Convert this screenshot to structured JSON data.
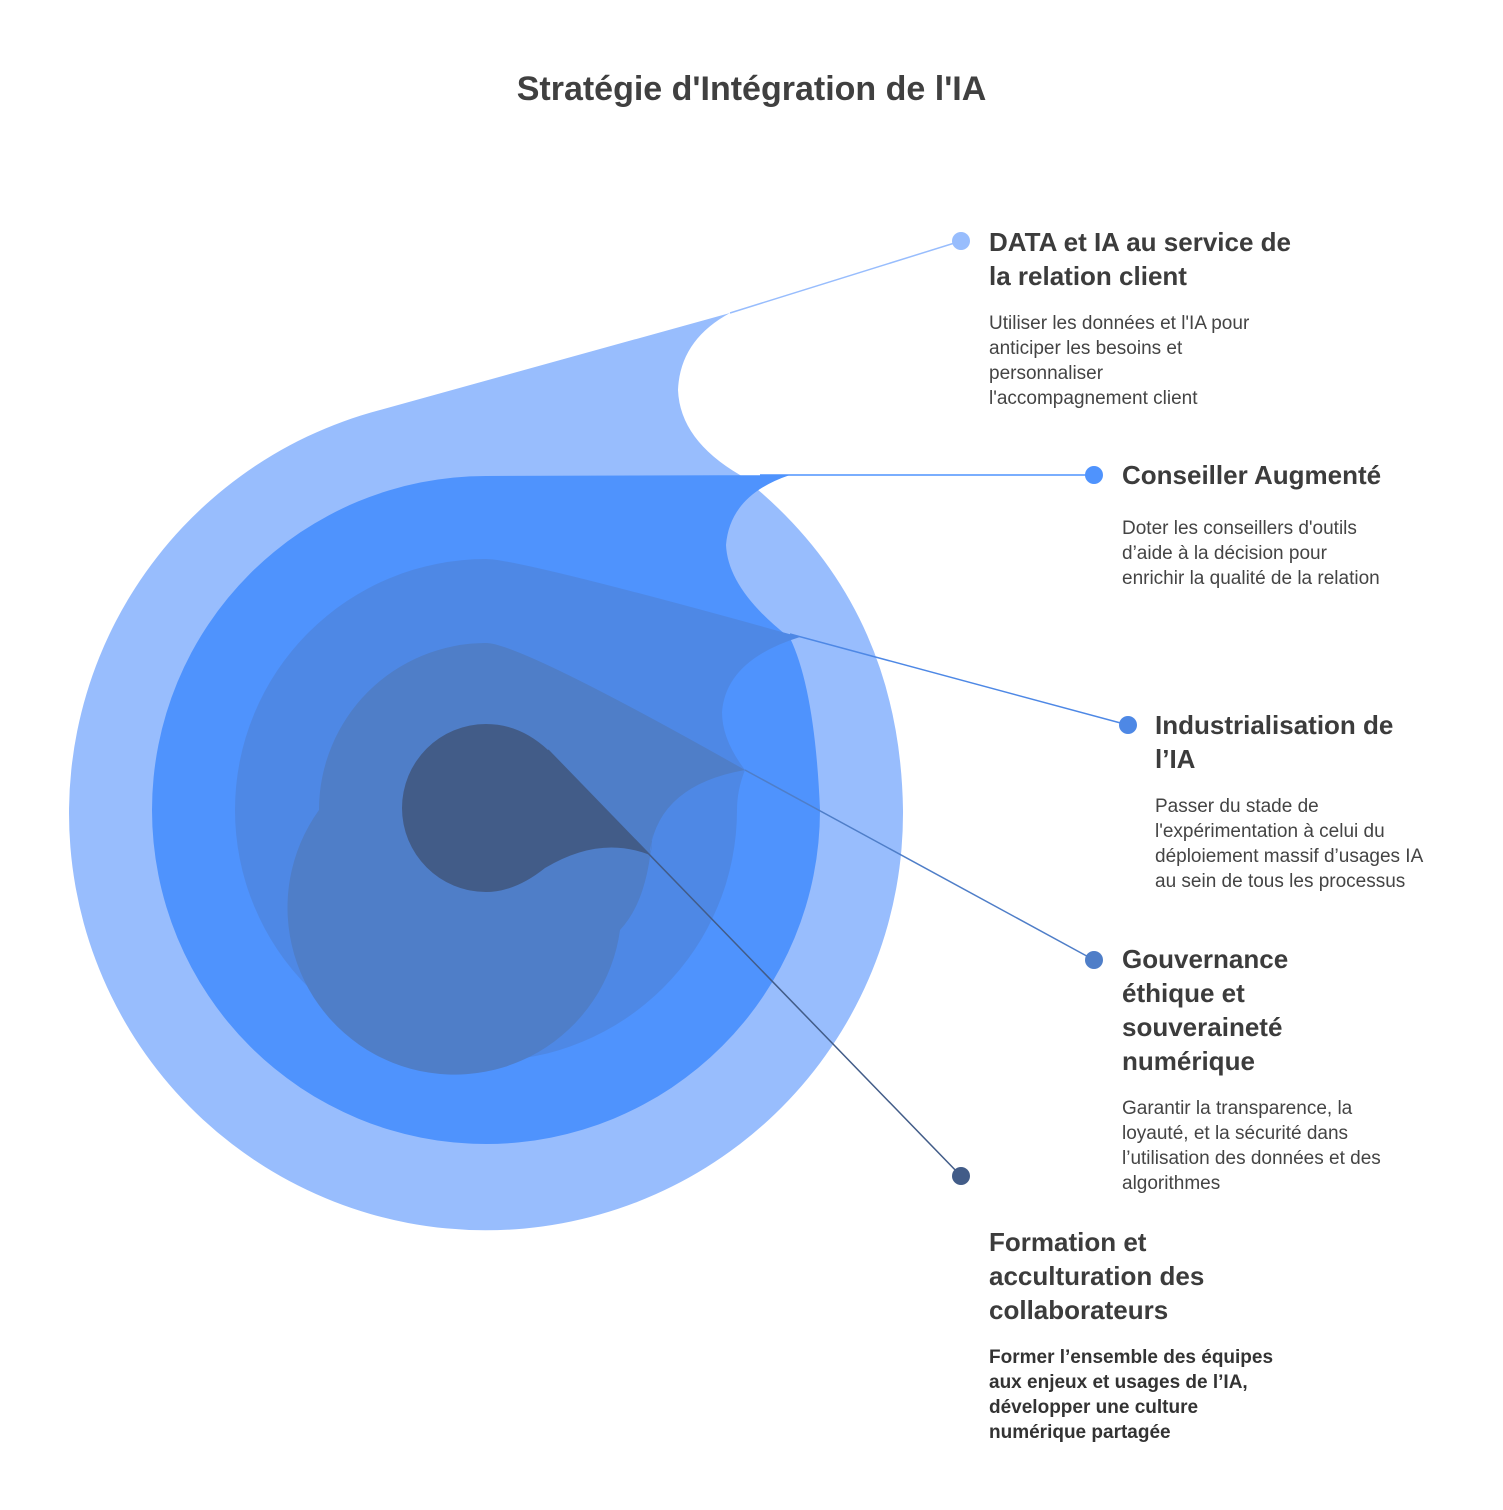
{
  "title": "Stratégie d'Intégration de l'IA",
  "colors": {
    "layer1": "#98bdfd",
    "layer2": "#4f93fd",
    "layer3": "#4e88e5",
    "layer4": "#4f7ec8",
    "layer5": "#425c88"
  },
  "layers": [
    {
      "title": "DATA et IA au service de la relation client",
      "description": "Utiliser les données et l'IA pour anticiper les besoins et personnaliser l'accompagnement client"
    },
    {
      "title": "Conseiller Augmenté",
      "description": "Doter les conseillers d'outils d’aide à la décision pour enrichir la qualité de la relation"
    },
    {
      "title": "Industrialisation de l’IA",
      "description": "Passer du stade de l'expérimentation à celui du déploiement massif d’usages IA au sein de tous les processus"
    },
    {
      "title": "Gouvernance éthique et souveraineté numérique",
      "description": "Garantir la transparence, la loyauté, et la sécurité dans l’utilisation des données et des algorithmes"
    },
    {
      "title": "Formation et acculturation des collaborateurs",
      "description": "Former l’ensemble des équipes aux enjeux et usages de l’IA, développer une culture numérique partagée"
    }
  ]
}
